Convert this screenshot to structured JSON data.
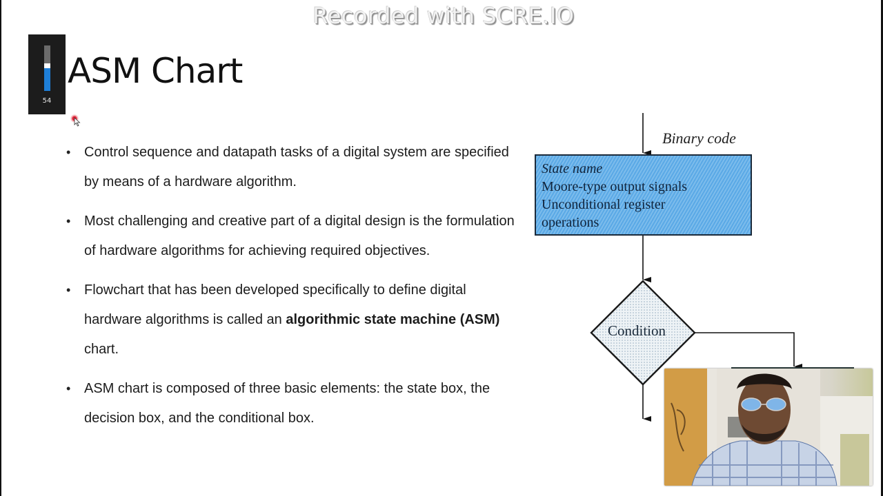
{
  "recorder": {
    "watermark": "Recorded with SCRE.IO"
  },
  "volume_osd": {
    "value": "54",
    "percent": 54,
    "fill_color": "#1e7fd8"
  },
  "slide": {
    "title": "ASM Chart",
    "bullets": [
      {
        "text": "Control sequence and datapath tasks of a digital system are specified by means of a hardware algorithm."
      },
      {
        "text": "Most challenging and creative part of a digital design is the formulation of hardware algorithms for achieving required objectives."
      },
      {
        "pre": "Flowchart that has been developed specifically to define digital hardware algorithms is called an ",
        "bold1": "algorithmic state machine",
        "mid": " ",
        "bold2": "(ASM)",
        "post": " chart."
      },
      {
        "text": "ASM chart is composed of three basic elements: the state box, the decision box, and the conditional box."
      }
    ]
  },
  "diagram": {
    "binary_code_label": "Binary code",
    "state_box": {
      "line1": "State name",
      "line2": "Moore-type output signals",
      "line3": "Unconditional register",
      "line4": "operations",
      "fill_color": "#5aa9e6"
    },
    "decision_box": {
      "label": "Condition"
    }
  },
  "webcam": {
    "description": "presenter webcam overlay"
  }
}
